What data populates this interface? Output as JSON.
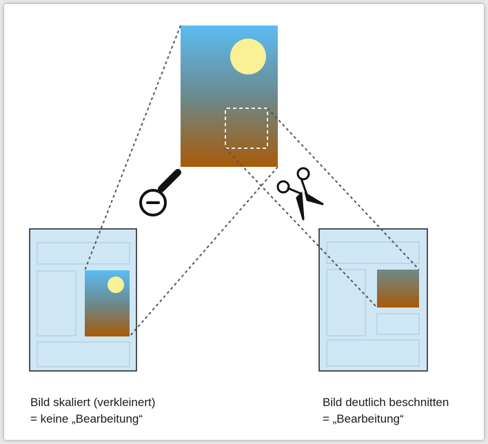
{
  "captions": {
    "left_line1": "Bild skaliert (verkleinert)",
    "left_line2": "= keine „Bearbeitung“",
    "right_line1": "Bild deutlich beschnitten",
    "right_line2": "= „Bearbeitung“"
  },
  "icons": {
    "zoom": "zoom-out-magnifier-icon",
    "cut": "scissors-icon"
  },
  "colors": {
    "sky_top": "#5bbcf4",
    "ground_bottom": "#a85a07",
    "sun": "#faf096",
    "page_fill": "#cfe6f5",
    "page_border": "#1a1a1a",
    "placeholder_border": "#a9c6da",
    "dotted_line": "#555555"
  }
}
